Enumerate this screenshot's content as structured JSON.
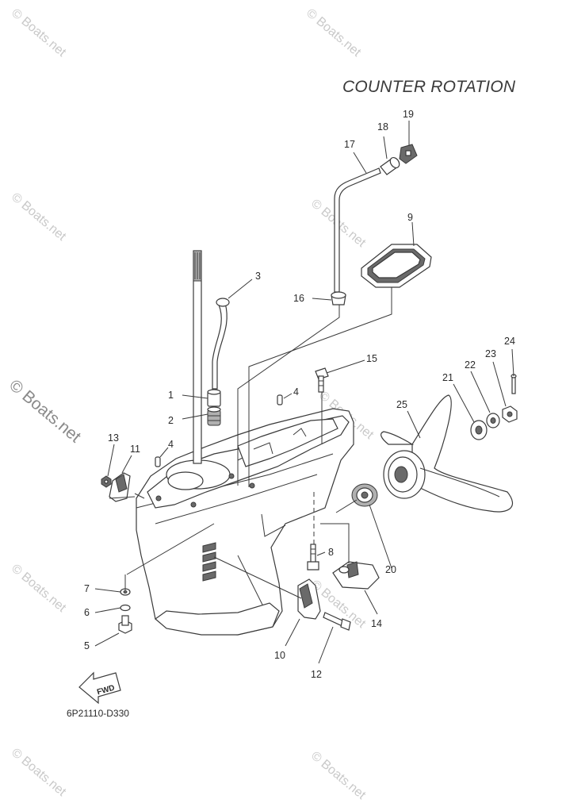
{
  "title": "COUNTER ROTATION",
  "drawing_code": "6P21110-D330",
  "watermark": "© Boats.net",
  "fwd_mark": "FWD",
  "callouts": [
    "1",
    "2",
    "3",
    "4",
    "4",
    "5",
    "6",
    "7",
    "8",
    "9",
    "10",
    "11",
    "12",
    "13",
    "14",
    "15",
    "16",
    "17",
    "18",
    "19",
    "20",
    "21",
    "22",
    "23",
    "24",
    "25"
  ]
}
